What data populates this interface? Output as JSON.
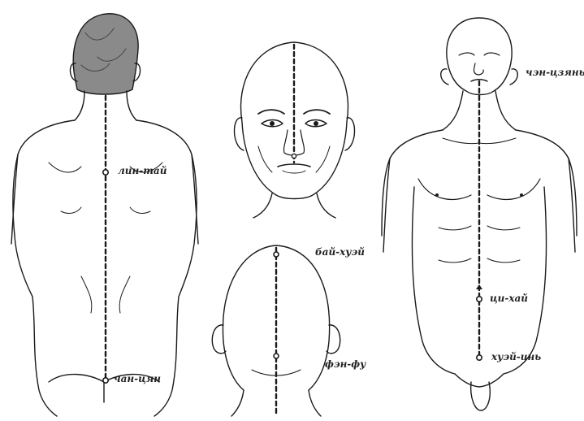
{
  "labels": {
    "ling_tai": "лин-тай",
    "chang_qiang": "чан-цян",
    "bai_hui": "бай-хуэй",
    "feng_fu": "фэн-фу",
    "cheng_jiang": "чэн-цзянь",
    "qi_hai": "ци-хай",
    "hui_yin": "хуэй-инь"
  },
  "colors": {
    "ink": "#1a1a1a",
    "hair": "#7a7a7a",
    "paper": "#ffffff"
  }
}
